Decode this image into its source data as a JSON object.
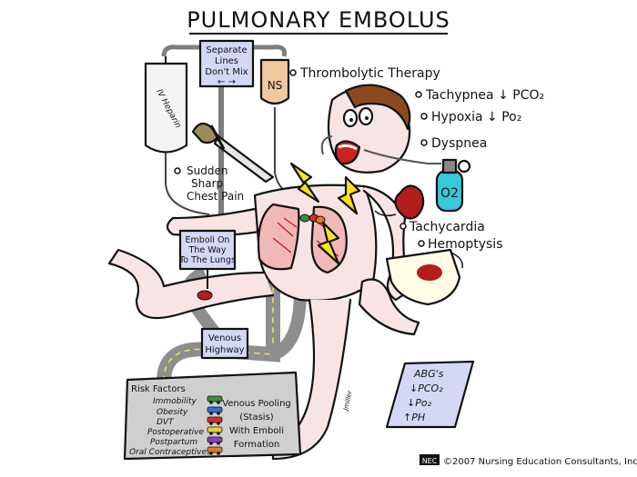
{
  "title": "PULMONARY EMBOLUS",
  "iv_sign": {
    "line1": "Separate",
    "line2": "Lines",
    "line3": "Don't Mix",
    "arrows": "← →"
  },
  "iv_bag_label": "IV Heparin",
  "ns_bag_label": "NS",
  "o2_label": "O2",
  "callouts": {
    "thrombolytic": "Thrombolytic Therapy",
    "tachypnea": "Tachypnea ↓ PCO₂",
    "hypoxia": "Hypoxia ↓ Po₂",
    "dyspnea": "Dyspnea",
    "tachycardia": "Tachycardia",
    "hemoptysis": "Hemoptysis",
    "chest_pain_1": "Sudden",
    "chest_pain_2": "Sharp",
    "chest_pain_3": "Chest Pain"
  },
  "emboli_sign": {
    "line1": "Emboli On",
    "line2": "The Way",
    "line3": "To The Lungs"
  },
  "venous_sign": {
    "line1": "Venous",
    "line2": "Highway"
  },
  "risk_factors": {
    "title": "Risk Factors",
    "items": [
      "Immobility",
      "Obesity",
      "DVT",
      "Postoperative",
      "Postpartum",
      "Oral Contraceptives"
    ],
    "note_lines": [
      "Venous Pooling",
      "(Stasis)",
      "With Emboli",
      "Formation"
    ],
    "car_colors": [
      "#3a8f3a",
      "#2f6fd1",
      "#d62f2f",
      "#e3d12a",
      "#8a3fc0",
      "#e07b1f"
    ]
  },
  "abg": {
    "line1": "ABG's",
    "line2": "↓PCO₂",
    "line3": "↓Po₂",
    "line4": "↑PH"
  },
  "signature": "Jmiller",
  "copyright": "©2007 Nursing Education Consultants, Inc.",
  "nec_logo": "NEC",
  "colors": {
    "skin": "#f7e4e4",
    "hair": "#8b4a1e",
    "lung": "#f2b8b8",
    "blood": "#b51d1d",
    "bolt": "#f6e21b",
    "sign": "#d4d8f5",
    "bag": "#f4f4f4",
    "ns": "#f0c8a0",
    "o2": "#38c8d8",
    "road": "#8e8e8e",
    "risk_bg": "#cfcfcf"
  }
}
